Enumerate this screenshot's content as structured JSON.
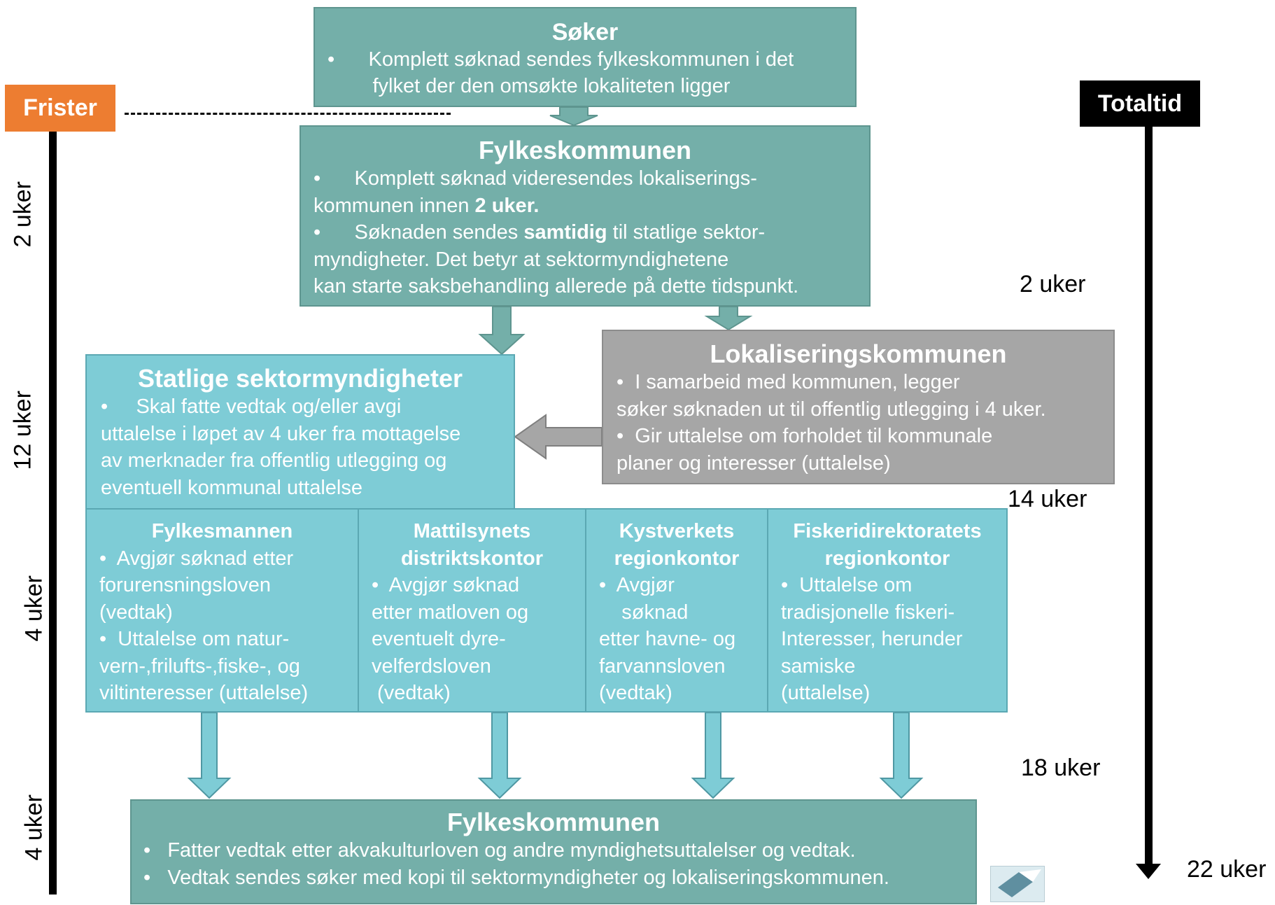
{
  "soker": {
    "title": "Søker",
    "bullet1": "•      Komplett søknad sendes fylkeskommunen i det",
    "bullet1b": "        fylket der den omsøkte lokaliteten ligger"
  },
  "fylkeskommunen1": {
    "title": "Fylkeskommunen",
    "l1": "•      Komplett søknad videresendes lokaliserings-",
    "l2a": "kommunen innen ",
    "l2b": "2 uker.",
    "l3a": "•      Søknaden sendes ",
    "l3b": "samtidig",
    "l3c": " til statlige sektor-",
    "l4": "myndigheter. Det betyr at sektormyndighetene",
    "l5": "kan starte saksbehandling allerede på dette tidspunkt."
  },
  "lokaliseringskommunen": {
    "title": "Lokaliseringskommunen",
    "l1": "•  I samarbeid med kommunen, legger",
    "l2": "søker søknaden ut til offentlig utlegging i 4 uker.",
    "l3": "•  Gir uttalelse om forholdet til kommunale",
    "l4": "planer og interesser (uttalelse)"
  },
  "statlige": {
    "title": "Statlige sektormyndigheter",
    "l1": "•     Skal fatte vedtak og/eller avgi",
    "l2": "uttalelse i løpet av 4 uker fra mottagelse",
    "l3": "av merknader fra offentlig utlegging og",
    "l4": "eventuell kommunal uttalelse"
  },
  "fylkesmannen": {
    "title": "Fylkesmannen",
    "l1": "•  Avgjør søknad etter",
    "l2": "forurensningsloven",
    "l3": "(vedtak)",
    "l4": "•  Uttalelse om natur-",
    "l5": "vern-,frilufts-,fiske-, og",
    "l6": "viltinteresser (uttalelse)"
  },
  "mattilsynet": {
    "title1": "Mattilsynets",
    "title2": "distriktskontor",
    "l1": "•  Avgjør søknad",
    "l2": "etter matloven og",
    "l3": "eventuelt dyre-",
    "l4": "velferdsloven",
    "l5": " (vedtak)"
  },
  "kystverket": {
    "title1": "Kystverkets",
    "title2": "regionkontor",
    "l1": "•  Avgjør",
    "l2": "    søknad",
    "l3": "etter havne- og",
    "l4": "farvannsloven",
    "l5": "(vedtak)"
  },
  "fiskeridirektoratet": {
    "title1": "Fiskeridirektoratets",
    "title2": "regionkontor",
    "l1": "•  Uttalelse om",
    "l2": "tradisjonelle fiskeri-",
    "l3": "Interesser, herunder",
    "l4": "samiske",
    "l5": "(uttalelse)"
  },
  "fylkeskommunen2": {
    "title": "Fylkeskommunen",
    "l1": "•   Fatter vedtak etter akvakulturloven og andre myndighetsuttalelser og vedtak.",
    "l2": "•   Vedtak sendes søker med kopi til sektormyndigheter og lokaliseringskommunen."
  },
  "frister": {
    "label": "Frister",
    "periods": [
      "2 uker",
      "12 uker",
      "4 uker",
      "4 uker"
    ]
  },
  "totaltid": {
    "label": "Totaltid",
    "marks": [
      "2 uker",
      "14 uker",
      "18 uker",
      "22 uker"
    ]
  },
  "colors": {
    "dark_teal": "#74AFA9",
    "light_teal": "#7ECCD6",
    "gray": "#A6A6A6",
    "orange": "#ED7D31"
  }
}
